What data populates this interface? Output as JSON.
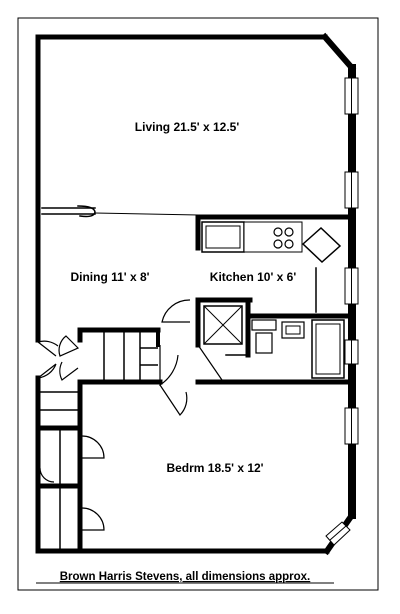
{
  "rooms": {
    "living": "Living 21.5' x 12.5'",
    "dining": "Dining 11' x 8'",
    "kitchen": "Kitchen 10' x 6'",
    "bedroom": "Bedrm 18.5' x 12'"
  },
  "footer": "Brown Harris Stevens, all dimensions approx."
}
